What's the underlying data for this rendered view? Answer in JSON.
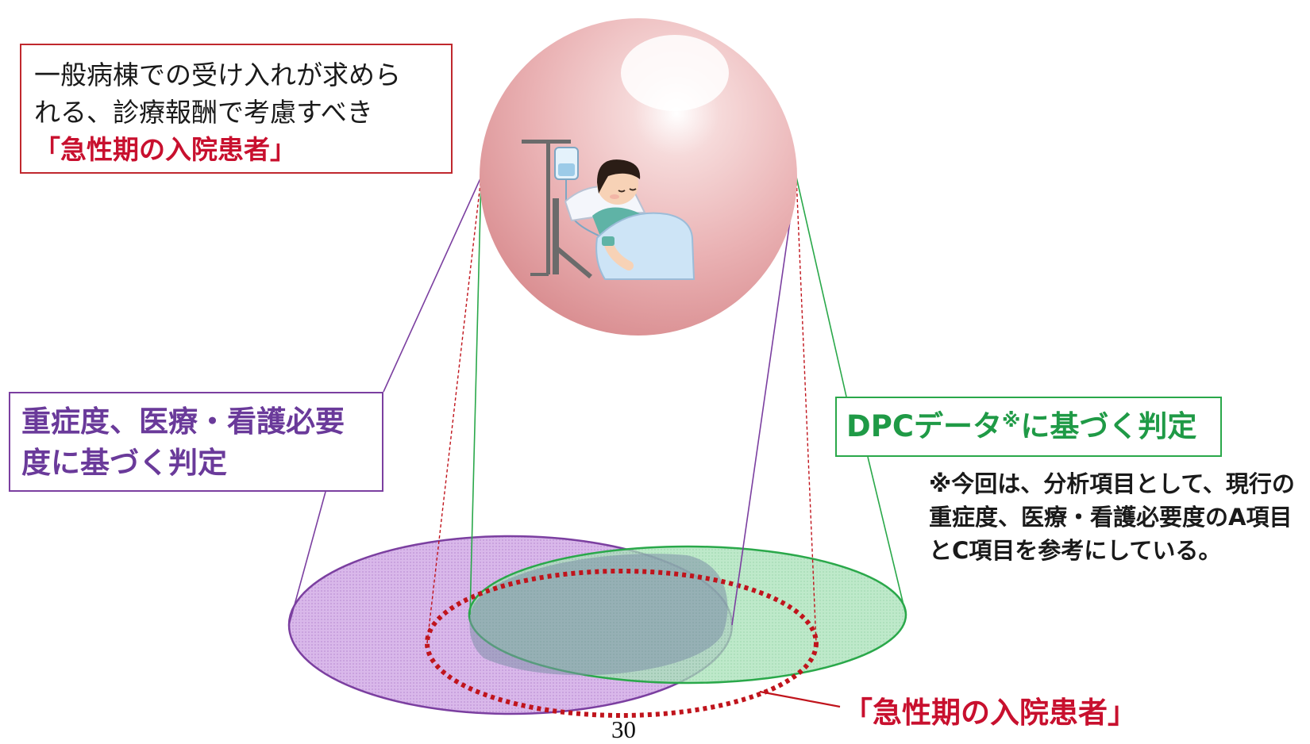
{
  "header_box": {
    "line1": "一般病棟での受け入れが求めら",
    "line2": "れる、診療報酬で考慮すべき",
    "line3": "「急性期の入院患者」"
  },
  "left_box": {
    "line1": "重症度、医療・看護必要",
    "line2": "度に基づく判定"
  },
  "right_box": {
    "prefix": "DPCデータ",
    "mark": "※",
    "suffix": "に基づく判定"
  },
  "note": {
    "line1": "※今回は、分析項目として、現行の",
    "line2": "重症度、医療・看護必要度のA項目",
    "line3": "とC項目を参考にしている。"
  },
  "ellipse_label": "「急性期の入院患者」",
  "page_number": "30",
  "colors": {
    "red": "#c8102e",
    "purple": "#7b3fa0",
    "green": "#2aa84a",
    "sphere": "#e8a8aa"
  }
}
